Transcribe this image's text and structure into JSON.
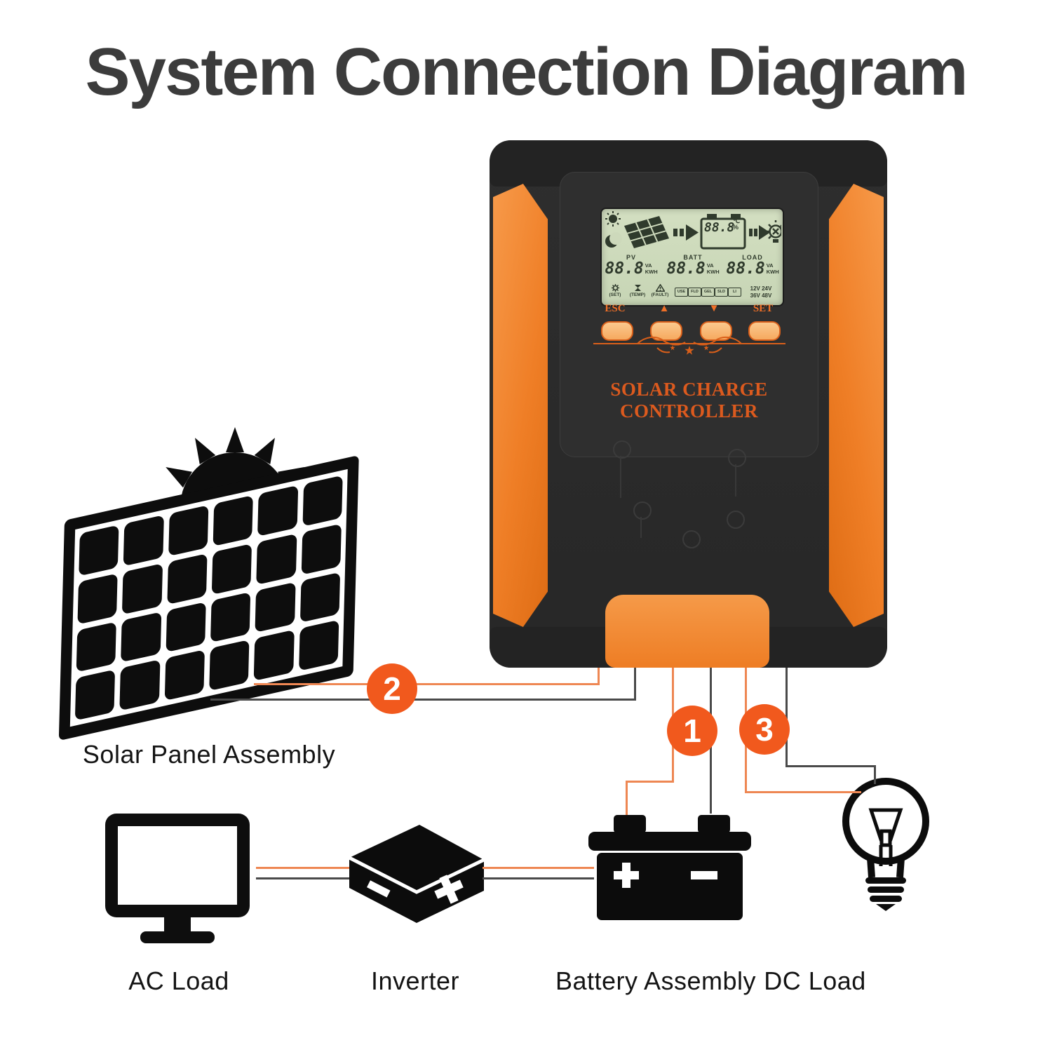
{
  "title": "System Connection Diagram",
  "colors": {
    "accent_orange": "#f1591d",
    "device_orange": "#ef7e26",
    "wire_orange": "#ee8753",
    "wire_gray": "#4a4a4a",
    "lcd_green": "#cdd9bb",
    "title_gray": "#3c3c3c",
    "controller_text_orange": "#dc5a1e"
  },
  "controller": {
    "name_label": "SOLAR CHARGE CONTROLLER",
    "buttons": [
      {
        "label": "ESC"
      },
      {
        "label": "▲"
      },
      {
        "label": "▼"
      },
      {
        "label": "SET"
      }
    ],
    "lcd": {
      "batt_value": "88.8",
      "batt_unit_top": "℃",
      "batt_unit_bottom": "%",
      "meters": [
        {
          "label": "PV",
          "value": "88.8",
          "unit_top": "VA",
          "unit_bottom": "KWH"
        },
        {
          "label": "BATT",
          "value": "88.8",
          "unit_top": "VA",
          "unit_bottom": "KWH"
        },
        {
          "label": "LOAD",
          "value": "88.8",
          "unit_top": "VA",
          "unit_bottom": "KWH"
        }
      ],
      "status": [
        "(SET)",
        "(TEMP)",
        "(FAULT)"
      ],
      "battery_types": [
        "USE",
        "FLD",
        "GEL",
        "SLD",
        "LI"
      ],
      "voltages_top": "12V 24V",
      "voltages_bottom": "36V 48V"
    }
  },
  "badges": {
    "battery_circuit": "1",
    "pv_circuit": "2",
    "load_circuit": "3"
  },
  "nodes": {
    "solar_panel": {
      "label": "Solar Panel Assembly"
    },
    "ac_load": {
      "label": "AC Load"
    },
    "inverter": {
      "label": "Inverter"
    },
    "battery": {
      "label": "Battery Assembly"
    },
    "dc_load": {
      "label": "DC Load"
    }
  }
}
